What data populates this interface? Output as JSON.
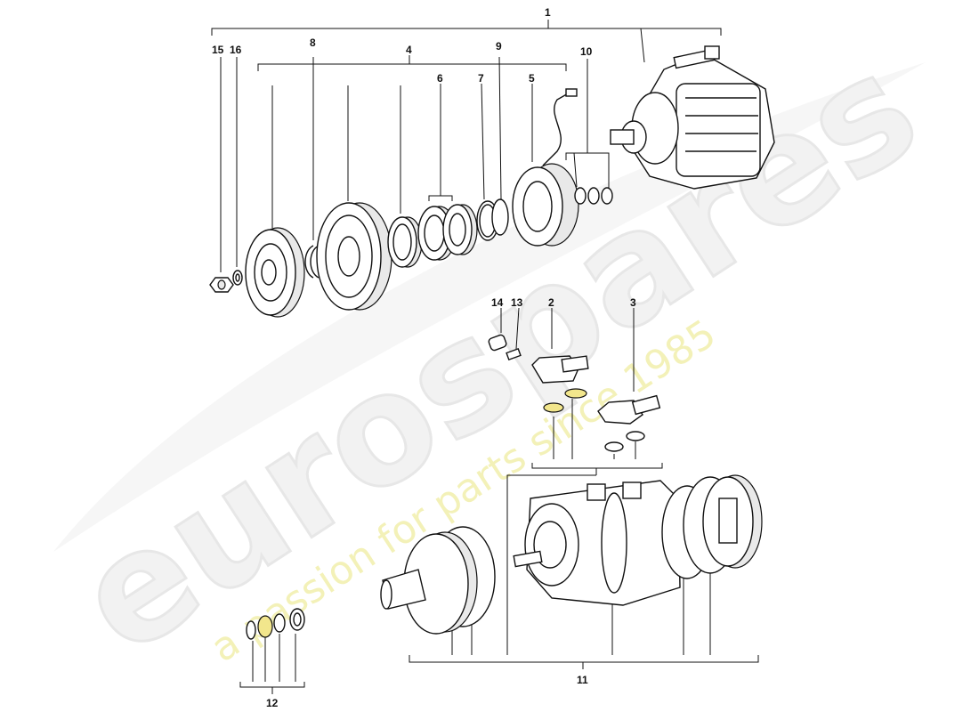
{
  "watermark": {
    "brand": "eurospares",
    "slogan": "a passion for parts since 1985"
  },
  "callouts": {
    "c1": "1",
    "c2": "2",
    "c3": "3",
    "c4": "4",
    "c5": "5",
    "c6": "6",
    "c7": "7",
    "c8": "8",
    "c9": "9",
    "c10": "10",
    "c11": "11",
    "c12": "12",
    "c13": "13",
    "c14": "14",
    "c15": "15",
    "c16": "16"
  },
  "colors": {
    "line": "#111111",
    "watermark_text": "#eeeeee",
    "slogan": "#f3f1b8",
    "seal": "#f2e68c"
  }
}
